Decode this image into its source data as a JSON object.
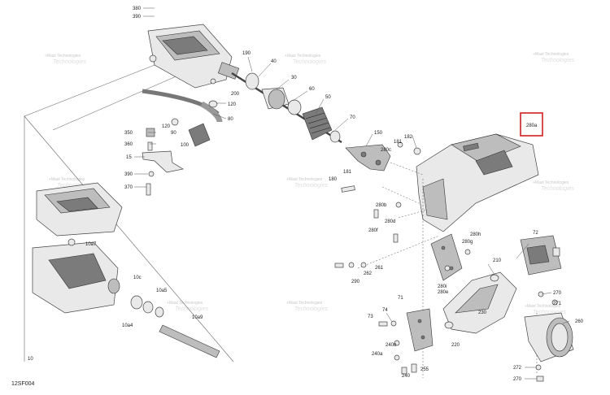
{
  "diagram_code": "12SF004",
  "highlight": {
    "color": "#d21f1f",
    "label": "280a"
  },
  "watermark": {
    "line1": "+Mast Technologies",
    "line2": "Technologies"
  },
  "callouts": {
    "c380": "380",
    "c390": "390",
    "c190": "190",
    "c40": "40",
    "c30": "30",
    "c60": "60",
    "c50": "50",
    "c70": "70",
    "c200": "200",
    "c120a": "120",
    "c120b": "120",
    "c80": "80",
    "c350": "350",
    "c90": "90",
    "c360": "360",
    "c100": "100",
    "c15": "15",
    "c390b": "390",
    "c370": "370",
    "c150": "150",
    "c182": "182",
    "c280c": "280c",
    "c181a": "181",
    "c180": "180",
    "c181b": "181",
    "c280b": "280b",
    "c280d": "280d",
    "c280f": "280f",
    "c280h": "280h",
    "c280g": "280g",
    "c72": "72",
    "c261": "261",
    "c262": "262",
    "c290": "290",
    "c210": "210",
    "c280i": "280i",
    "c280e": "280e",
    "c270a": "270",
    "c271": "271",
    "c230": "230",
    "c260": "260",
    "c220": "220",
    "c71": "71",
    "c74": "74",
    "c73": "73",
    "c240b": "240b",
    "c240a": "240a",
    "c240": "240",
    "c255": "255",
    "c272": "272",
    "c270b": "270",
    "c10a7": "10a7",
    "c10c": "10c",
    "c10a5": "10a5",
    "c10a9": "10a9",
    "c10a4": "10a4",
    "c10": "10"
  }
}
